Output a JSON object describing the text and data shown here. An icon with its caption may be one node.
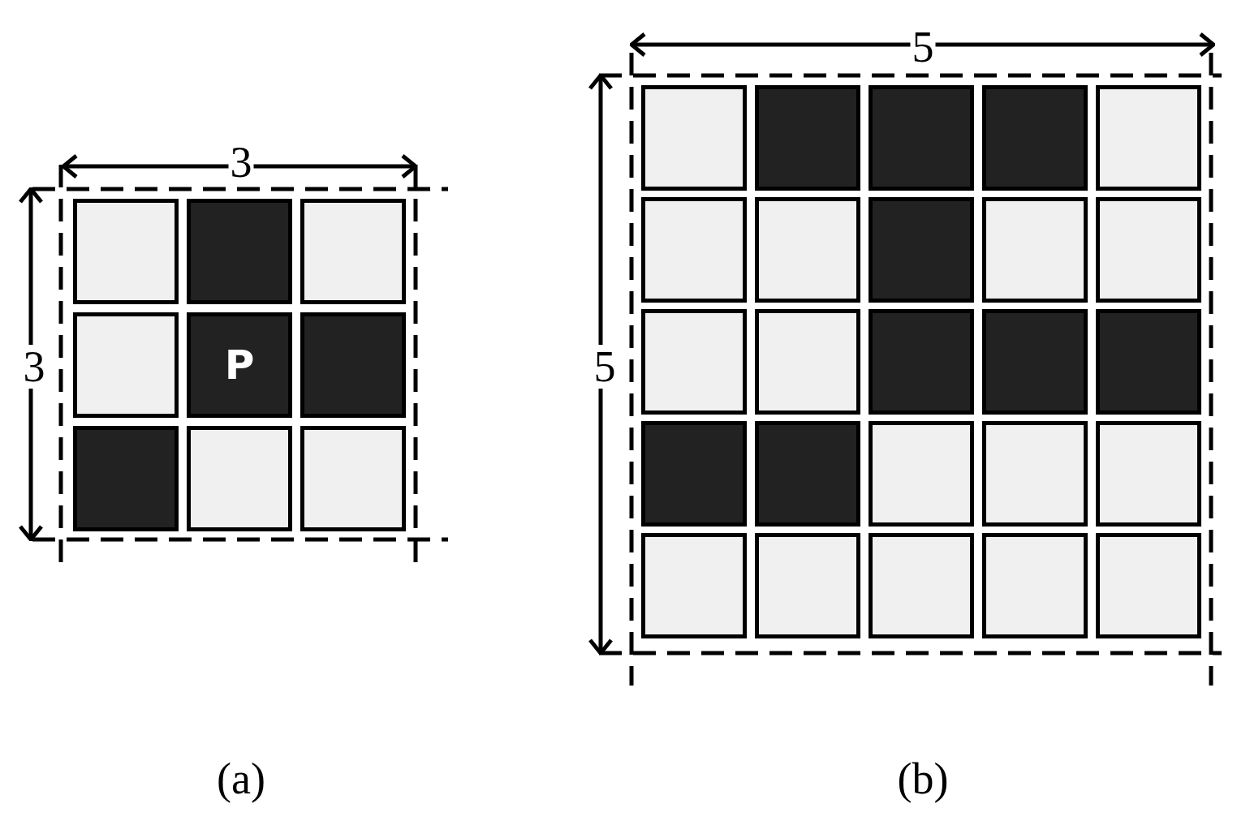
{
  "diagram": {
    "nodes": [
      {
        "text": [],
        "shape": "box"
      },
      {
        "text": [],
        "shape": "box"
      },
      {
        "text": [],
        "shape": "box"
      },
      {
        "text": [],
        "shape": "box"
      },
      {
        "text": [
          "P"
        ]
      },
      {
        "text": [],
        "shape": "box"
      },
      {
        "text": [],
        "shape": "box"
      },
      {
        "text": [],
        "shape": "box"
      },
      {
        "text": [],
        "shape": "box"
      },
      {
        "text": [],
        "shape": "box"
      },
      {
        "text": [],
        "shape": "box"
      },
      {
        "text": [],
        "shape": "box"
      },
      {
        "text": [],
        "shape": "box"
      },
      {
        "text": [],
        "shape": "box"
      },
      {
        "text": [],
        "shape": "box"
      },
      {
        "text": [],
        "shape": "box"
      },
      {
        "text": [],
        "shape": "box"
      },
      {
        "text": [],
        "shape": "box"
      },
      {
        "text": [],
        "shape": "box"
      },
      {
        "text": [],
        "shape": "box"
      },
      {
        "text": [],
        "shape": "box"
      },
      {
        "text": [],
        "shape": "box"
      },
      {
        "text": [],
        "shape": "box"
      },
      {
        "text": [],
        "shape": "box"
      },
      {
        "text": [],
        "shape": "box"
      },
      {
        "text": [],
        "shape": "box"
      },
      {
        "text": [],
        "shape": "box"
      },
      {
        "text": [],
        "shape": "box"
      },
      {
        "text": [],
        "shape": "box"
      },
      {
        "text": [],
        "shape": "box"
      },
      {
        "text": [],
        "shape": "box"
      },
      {
        "text": [],
        "shape": "box"
      },
      {
        "text": [],
        "shape": "box"
      },
      {
        "text": [],
        "shape": "box"
      }
    ],
    "edges": [],
    "labels": [
      "3",
      "3",
      "5",
      "5",
      "(a)",
      "(b)"
    ]
  }
}
